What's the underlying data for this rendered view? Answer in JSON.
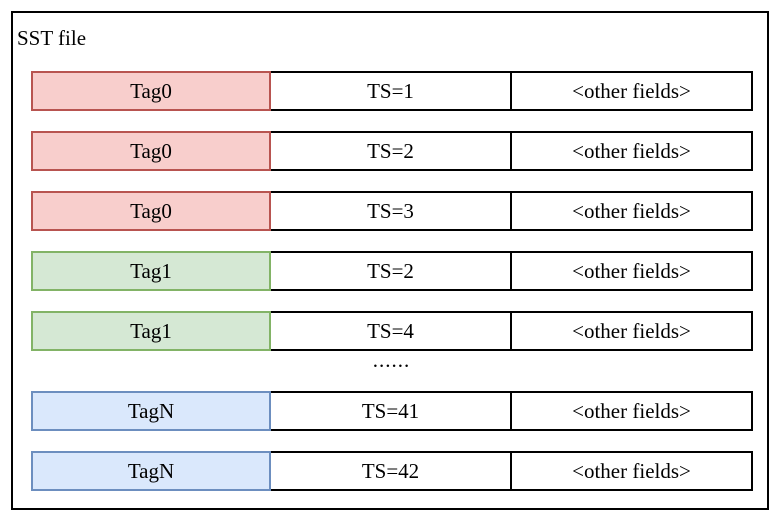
{
  "frame": {
    "title": "SST file"
  },
  "rows": [
    {
      "tag": "Tag0",
      "ts": "TS=1",
      "other": "<other fields>",
      "color": "#f8cecc",
      "stroke": "#b85450"
    },
    {
      "tag": "Tag0",
      "ts": "TS=2",
      "other": "<other fields>",
      "color": "#f8cecc",
      "stroke": "#b85450"
    },
    {
      "tag": "Tag0",
      "ts": "TS=3",
      "other": "<other fields>",
      "color": "#f8cecc",
      "stroke": "#b85450"
    },
    {
      "tag": "Tag1",
      "ts": "TS=2",
      "other": "<other fields>",
      "color": "#d5e8d4",
      "stroke": "#82b366"
    },
    {
      "tag": "Tag1",
      "ts": "TS=4",
      "other": "<other fields>",
      "color": "#d5e8d4",
      "stroke": "#82b366"
    },
    {
      "tag": "TagN",
      "ts": "TS=41",
      "other": "<other fields>",
      "color": "#dae8fc",
      "stroke": "#6c8ebf"
    },
    {
      "tag": "TagN",
      "ts": "TS=42",
      "other": "<other fields>",
      "color": "#dae8fc",
      "stroke": "#6c8ebf"
    }
  ],
  "ellipsis": "......"
}
